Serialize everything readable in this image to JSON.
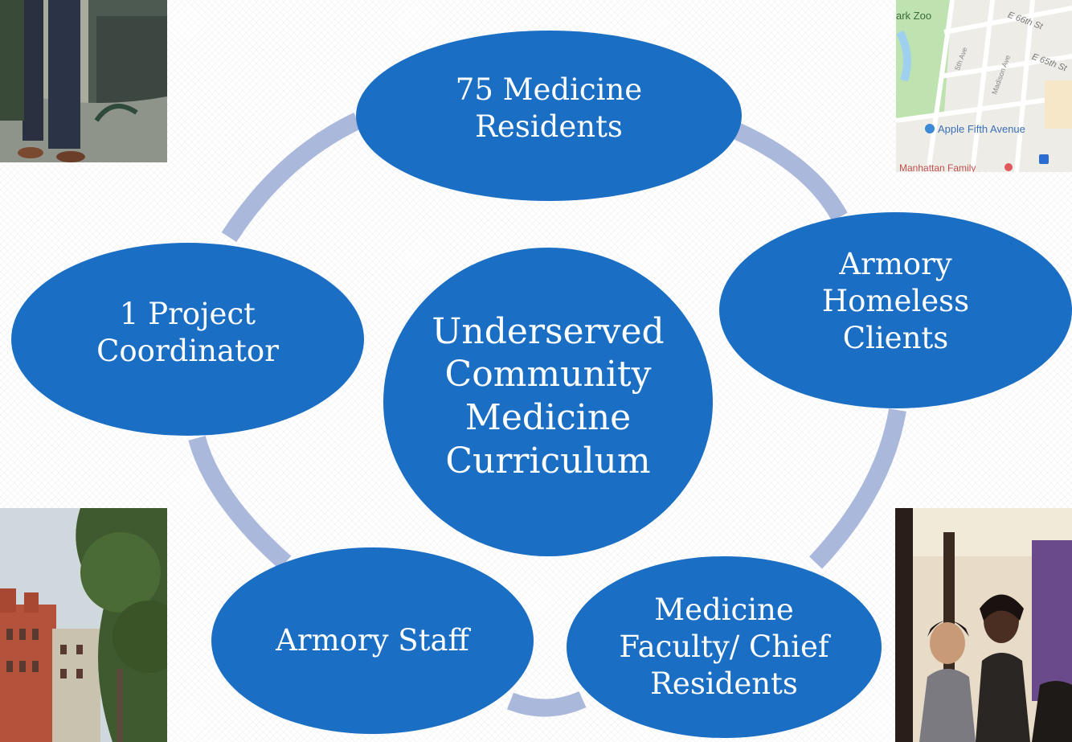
{
  "diagram": {
    "center": "Underserved\nCommunity\nMedicine\nCurriculum",
    "nodes": [
      {
        "id": "top",
        "label": "75 Medicine\nResidents"
      },
      {
        "id": "right",
        "label": "Armory\nHomeless\nClients"
      },
      {
        "id": "bottom_right",
        "label": "Medicine\nFaculty/ Chief\nResidents"
      },
      {
        "id": "bottom_left",
        "label": "Armory Staff"
      },
      {
        "id": "left",
        "label": "1 Project\nCoordinator"
      }
    ]
  },
  "photos": {
    "map": {
      "labels": [
        "ark Zoo",
        "E 66th St",
        "E 65th St",
        "5th Ave",
        "Madison Ave",
        "Apple Fifth Avenue",
        "Manhattan Family"
      ]
    }
  },
  "colors": {
    "node": "#1a6ec4",
    "ring": "#aab8dc"
  }
}
